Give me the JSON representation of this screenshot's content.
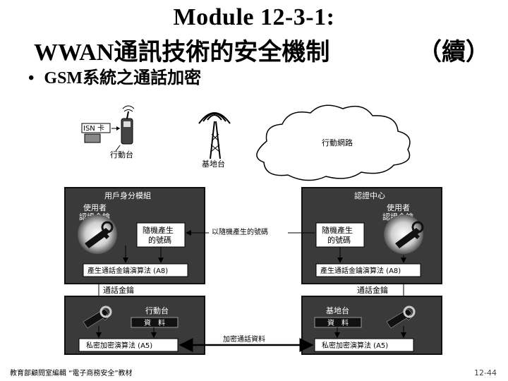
{
  "slide": {
    "title_line1": "Module 12-3-1:",
    "title_line2": "WWAN通訊技術的安全機制",
    "title_cont": "（續）",
    "bullet": "GSM系統之通話加密",
    "footer_left": "教育部顧問室編輯 “電子商務安全”教材",
    "page_number": "12-44"
  },
  "diagram": {
    "sim_label": "ISN 卡",
    "mobile_label": "行動台",
    "base_station_label": "基地台",
    "network_label": "行動網路",
    "left_panel_title": "用戶身分模組",
    "right_panel_title": "認證中心",
    "left_key_label": "使用者\n認證金鑰",
    "right_key_label": "使用者\n認證金鑰",
    "left_random": "隨機產生\n的號碼",
    "right_random": "隨機產生\n的號碼",
    "random_link_label": "以隨機產生的號碼",
    "left_a8": "產生通話金鑰演算法 (A8)",
    "right_a8": "產生通話金鑰演算法 (A8)",
    "left_session_key": "通話金鑰",
    "right_session_key": "通話金鑰",
    "left_bottom_title": "行動台",
    "right_bottom_title": "基地台",
    "left_data": "資　料",
    "right_data": "資　料",
    "left_a5": "私密加密演算法 (A5)",
    "right_a5": "私密加密演算法 (A5)",
    "encrypted_data_label": "加密通話資料"
  }
}
